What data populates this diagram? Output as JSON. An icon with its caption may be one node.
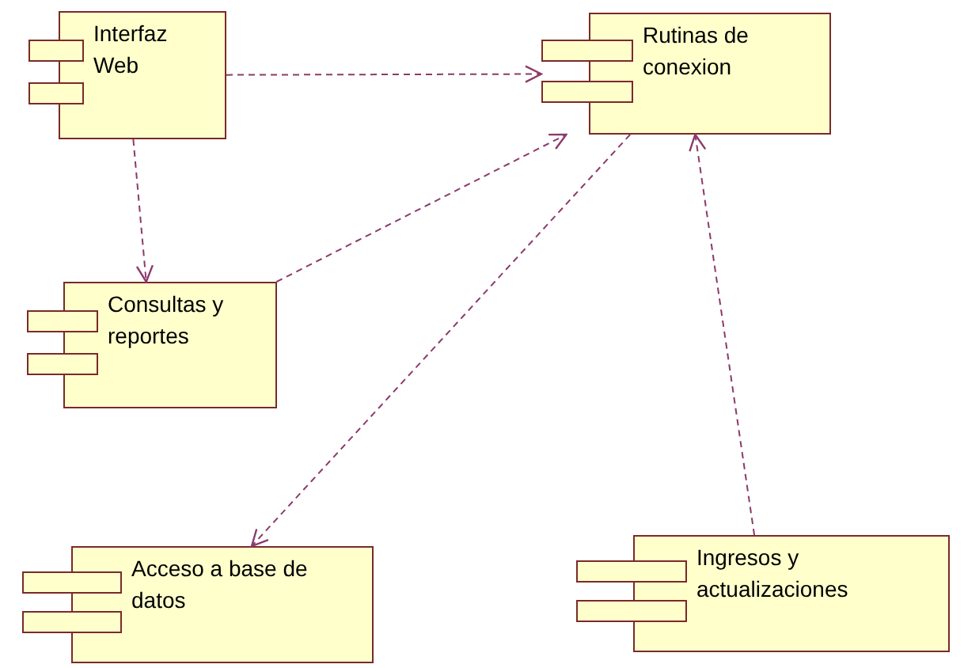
{
  "diagram": {
    "nodes": [
      {
        "text": [
          "Interfaz Web"
        ]
      },
      {
        "text": [
          "Rutinas de conexion"
        ]
      },
      {
        "text": [
          "Consultas y reportes"
        ]
      },
      {
        "text": [
          "Acceso a base de datos"
        ]
      },
      {
        "text": [
          "Ingresos y actualizaciones"
        ]
      }
    ],
    "edges": [
      {
        "from": 0,
        "to": 1,
        "arrow": "to",
        "style": "dashed"
      },
      {
        "from": 0,
        "to": 2,
        "arrow": "to",
        "style": "dashed"
      },
      {
        "from": 2,
        "to": 1,
        "arrow": "to",
        "style": "dashed"
      },
      {
        "from": 1,
        "to": 3,
        "arrow": "to",
        "style": "dashed"
      },
      {
        "from": 4,
        "to": 1,
        "arrow": "to",
        "style": "dashed"
      }
    ]
  }
}
